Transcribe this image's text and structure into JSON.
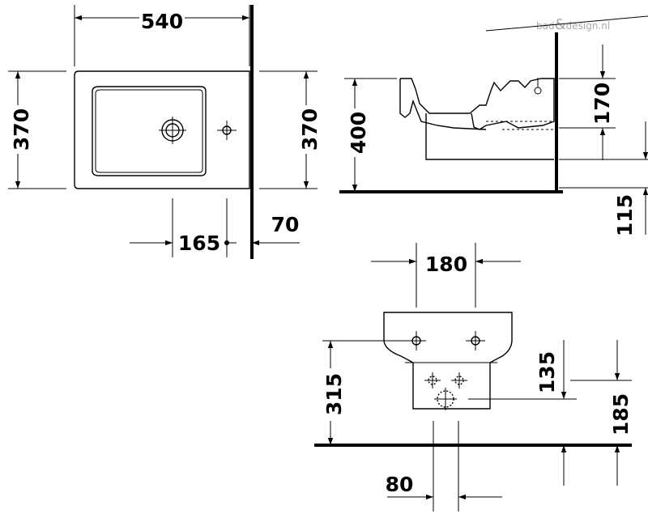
{
  "watermark": {
    "text_before": "bad",
    "ampersand": "&",
    "text_after": "design.nl"
  },
  "top_view": {
    "width": "540",
    "depth_left": "370",
    "depth_right": "370",
    "hole_offset": "165",
    "wall_gap": "70"
  },
  "side_view": {
    "height": "400",
    "rim_depth": "170",
    "floor_offset": "115"
  },
  "front_view": {
    "hole_spacing": "180",
    "height": "315",
    "inlet_height": "135",
    "outlet_height": "185",
    "outlet_width": "80"
  },
  "colors": {
    "lines": "#000000",
    "watermark": "#aaaaaa"
  }
}
